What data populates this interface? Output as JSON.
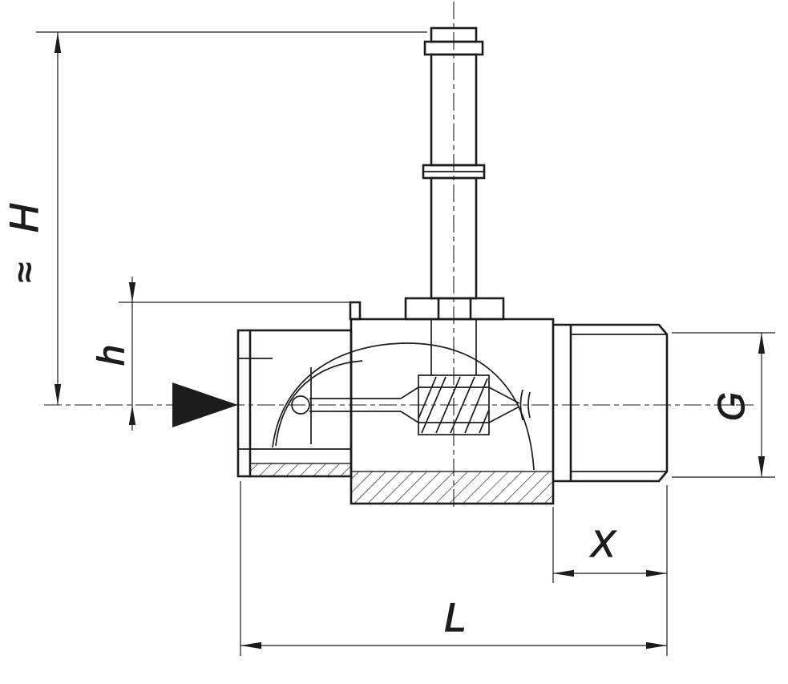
{
  "colors": {
    "line": "#1c1c1c",
    "background": "#ffffff"
  },
  "drawing": {
    "kind": "valve-cross-section",
    "flow_arrow_direction": "right",
    "labels": {
      "H": "H",
      "approx": "≈",
      "h": "h",
      "G": "G",
      "X": "X",
      "L": "L"
    }
  }
}
